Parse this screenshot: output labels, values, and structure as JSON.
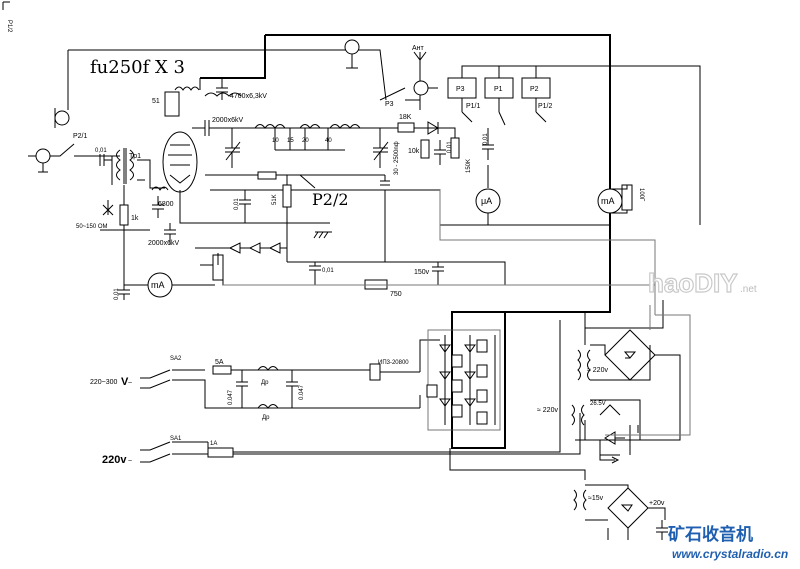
{
  "title": "fu250f X 3",
  "switch_labels": {
    "p1_2_top": "P1/2",
    "p2_1": "P2/1",
    "p2_2": "P2/2",
    "p3": "P3"
  },
  "antenna": "Ант",
  "tube_section": {
    "grid_res": "51",
    "cap_plate": "4700x6,3kV",
    "cap_coupling": "2000x6kV",
    "cap_bottom": "2000x6kV",
    "cap_6800": "6800",
    "cap_001_left": "0,01",
    "tp1": "Tp1",
    "cap_001_input": "0,01",
    "res_1k": "1k",
    "res_50_150": "50~150 OM"
  },
  "pi_filter": {
    "taps": [
      "10",
      "15",
      "20",
      "40"
    ],
    "res_18k": "18K",
    "res_10k": "10k",
    "cap_var": "30 - 2500nф",
    "res_150k": "150K",
    "cap_001_a": "0,01",
    "cap_001_b": "0,01"
  },
  "relays": {
    "p3": "P3",
    "p1": "P1",
    "p2": "P2",
    "p1_1": "P1/1",
    "p1_2": "P1/2"
  },
  "meters": {
    "ua": "μA",
    "ma_right": "mA",
    "ma_left": "mA",
    "res_100": "100Г"
  },
  "bias": {
    "res_51k": "51K",
    "cap_001_mid": "0,01",
    "cap_001_bias": "0,01",
    "cap_150v": "150v",
    "res_750": "750"
  },
  "mains": {
    "sa2": "SA2",
    "in_220_300": "220~300",
    "v_sym": "V",
    "fuse_5a": "5A",
    "cap_0047_a": "0.047",
    "cap_0047_b": "0.047",
    "choke_a": "Др",
    "choke_b": "Др",
    "thermo": "ИП3-20800",
    "sa1": "SA1",
    "v220": "220v",
    "fuse_1a": "1A"
  },
  "lv_supply": {
    "t_220_a": "≈ 220v",
    "t_26v": "26.5V",
    "t_220_b": "≈ 220v",
    "t_15v": "≈15v",
    "plus20": "+20v"
  },
  "watermarks": {
    "haodiy": "haoDIY",
    "net": ".net",
    "chinese": "矿石收音机",
    "url": "www.crystalradio.cn"
  }
}
